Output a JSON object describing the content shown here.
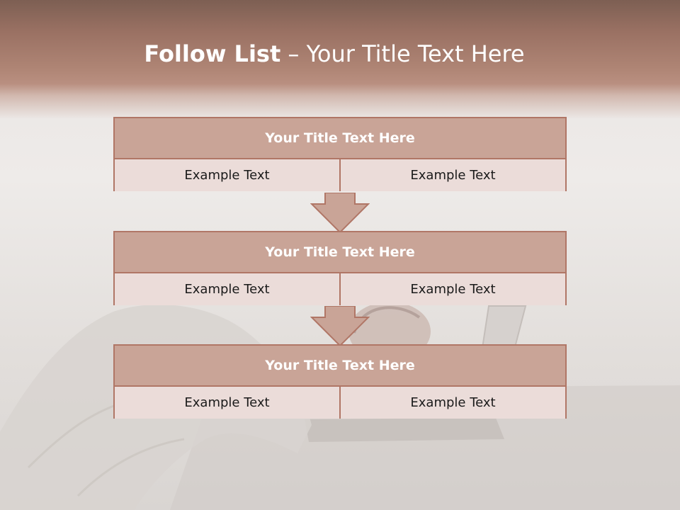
{
  "slide": {
    "title_bold": "Follow List",
    "title_rest": "– Your Title Text Here",
    "blocks": [
      {
        "title": "Your Title Text Here",
        "left_text": "Example Text",
        "right_text": "Example Text"
      },
      {
        "title": "Your Title Text Here",
        "left_text": "Example Text",
        "right_text": "Example Text"
      },
      {
        "title": "Your Title Text Here",
        "left_text": "Example Text",
        "right_text": "Example Text"
      }
    ]
  },
  "colors": {
    "header_band": "#9a7163",
    "block_title_fill": "#c9a497",
    "block_row_fill": "#ebdcd9",
    "border_accent": "#b07666",
    "arrow_fill": "#c9a497"
  },
  "icons": {
    "flow_arrow": "down-arrow-icon"
  }
}
